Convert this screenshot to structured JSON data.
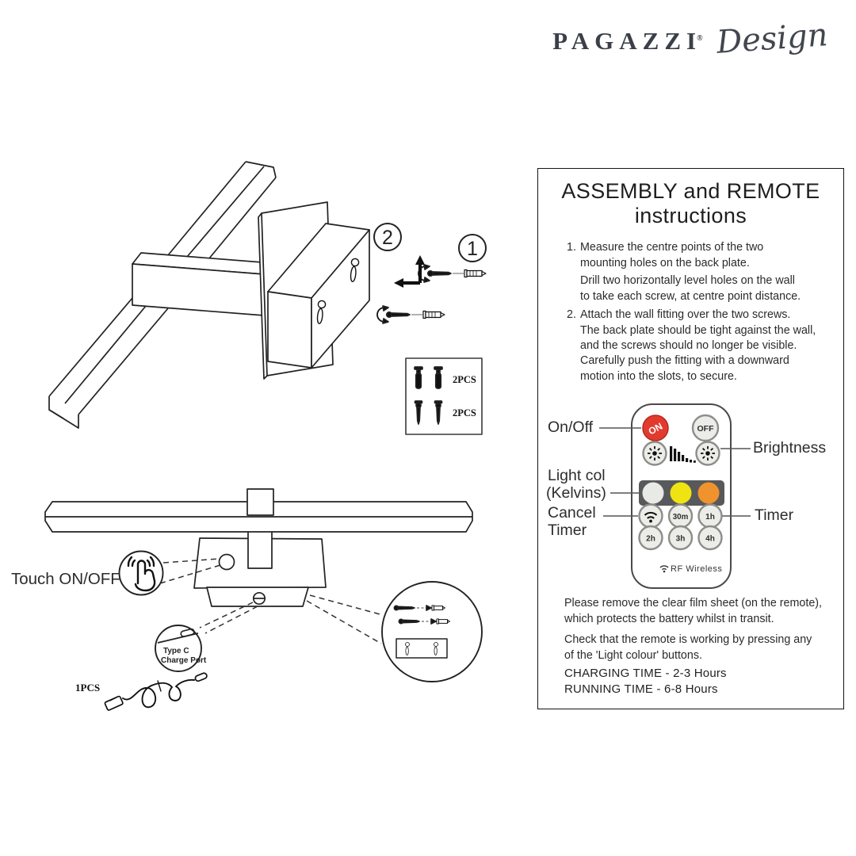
{
  "brand": {
    "name": "PAGAZZI",
    "mark": "®",
    "script": "Design"
  },
  "panel": {
    "title_line1": "ASSEMBLY and REMOTE",
    "title_line2": "instructions",
    "step1_num": "1.",
    "step1_text": "Measure the centre points of the two\nmounting holes on the back plate.",
    "step1_extra": "Drill two horizontally level holes on the wall\nto take each screw, at centre point distance.",
    "step2_num": "2.",
    "step2_text": "Attach the wall fitting over the two screws.\nThe back plate should be tight against the wall,\nand the screws should no longer be visible.",
    "step2_extra": "Carefully push the fitting with a downward\nmotion into the slots, to secure.",
    "note_film": "Please remove the clear film sheet (on the remote),\nwhich protects the battery whilst in transit.",
    "note_check": "Check that the remote is working by pressing any\nof the 'Light colour' buttons.",
    "charging_time": "CHARGING TIME - 2-3 Hours",
    "running_time": "RUNNING TIME  - 6-8 Hours"
  },
  "remote": {
    "labels": {
      "on_off": "On/Off",
      "brightness": "Brightness",
      "light_col_line1": "Light col",
      "light_col_line2": "(Kelvins)",
      "cancel_line1": "Cancel",
      "cancel_line2": "Timer",
      "timer": "Timer"
    },
    "buttons": {
      "on": "ON",
      "off": "OFF",
      "timer_30m": "30m",
      "timer_1h": "1h",
      "timer_2h": "2h",
      "timer_3h": "3h",
      "timer_4h": "4h"
    },
    "rf_label": "RF Wireless",
    "colors": {
      "on_red": "#e23b2e",
      "kelvin_white": "#e9e9e6",
      "kelvin_yellow": "#efe312",
      "kelvin_orange": "#f0932e",
      "bar_bg": "#58595b",
      "button_face": "#ecece9",
      "button_edge": "#8d8d8a"
    }
  },
  "diagram": {
    "callout_1": "1",
    "callout_2": "2",
    "parts_qty_anchors": "2PCS",
    "parts_qty_screws": "2PCS",
    "touch_label": "Touch ON/OFF",
    "typec_line1": "Type C",
    "typec_line2": "Charge Port",
    "cable_qty": "1PCS"
  }
}
